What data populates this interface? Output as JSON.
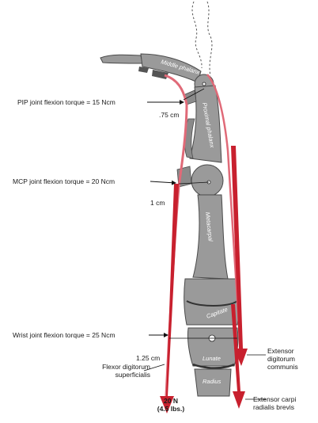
{
  "labels": {
    "pip_torque": "PIP joint flexion torque = 15 Ncm",
    "pip_arm": ".75 cm",
    "mcp_torque": "MCP joint flexion torque = 20 Ncm",
    "mcp_arm": "1 cm",
    "wrist_torque": "Wrist joint flexion torque = 25 Ncm",
    "wrist_arm": "1.25 cm",
    "flexor_line1": "Flexor digitorum",
    "flexor_line2": "superficialis",
    "force_line1": "20 N",
    "force_line2": "(4.5 lbs.)",
    "ext_comm_line1": "Extensor",
    "ext_comm_line2": "digitorum",
    "ext_comm_line3": "communis",
    "ext_carpi_line1": "Extensor carpi",
    "ext_carpi_line2": "radialis brevis"
  },
  "bones": {
    "middle_phalanx": "Middle phalanx",
    "proximal_phalanx": "Proximal phalanx",
    "metacarpal": "Metacarpal",
    "capitate": "Capitate",
    "lunate": "Lunate",
    "radius": "Radius"
  },
  "colors": {
    "bone": "#9a9a9a",
    "bone_dark": "#4a4a4a",
    "muscle_red": "#c8202e",
    "tendon": "#e06a78"
  }
}
